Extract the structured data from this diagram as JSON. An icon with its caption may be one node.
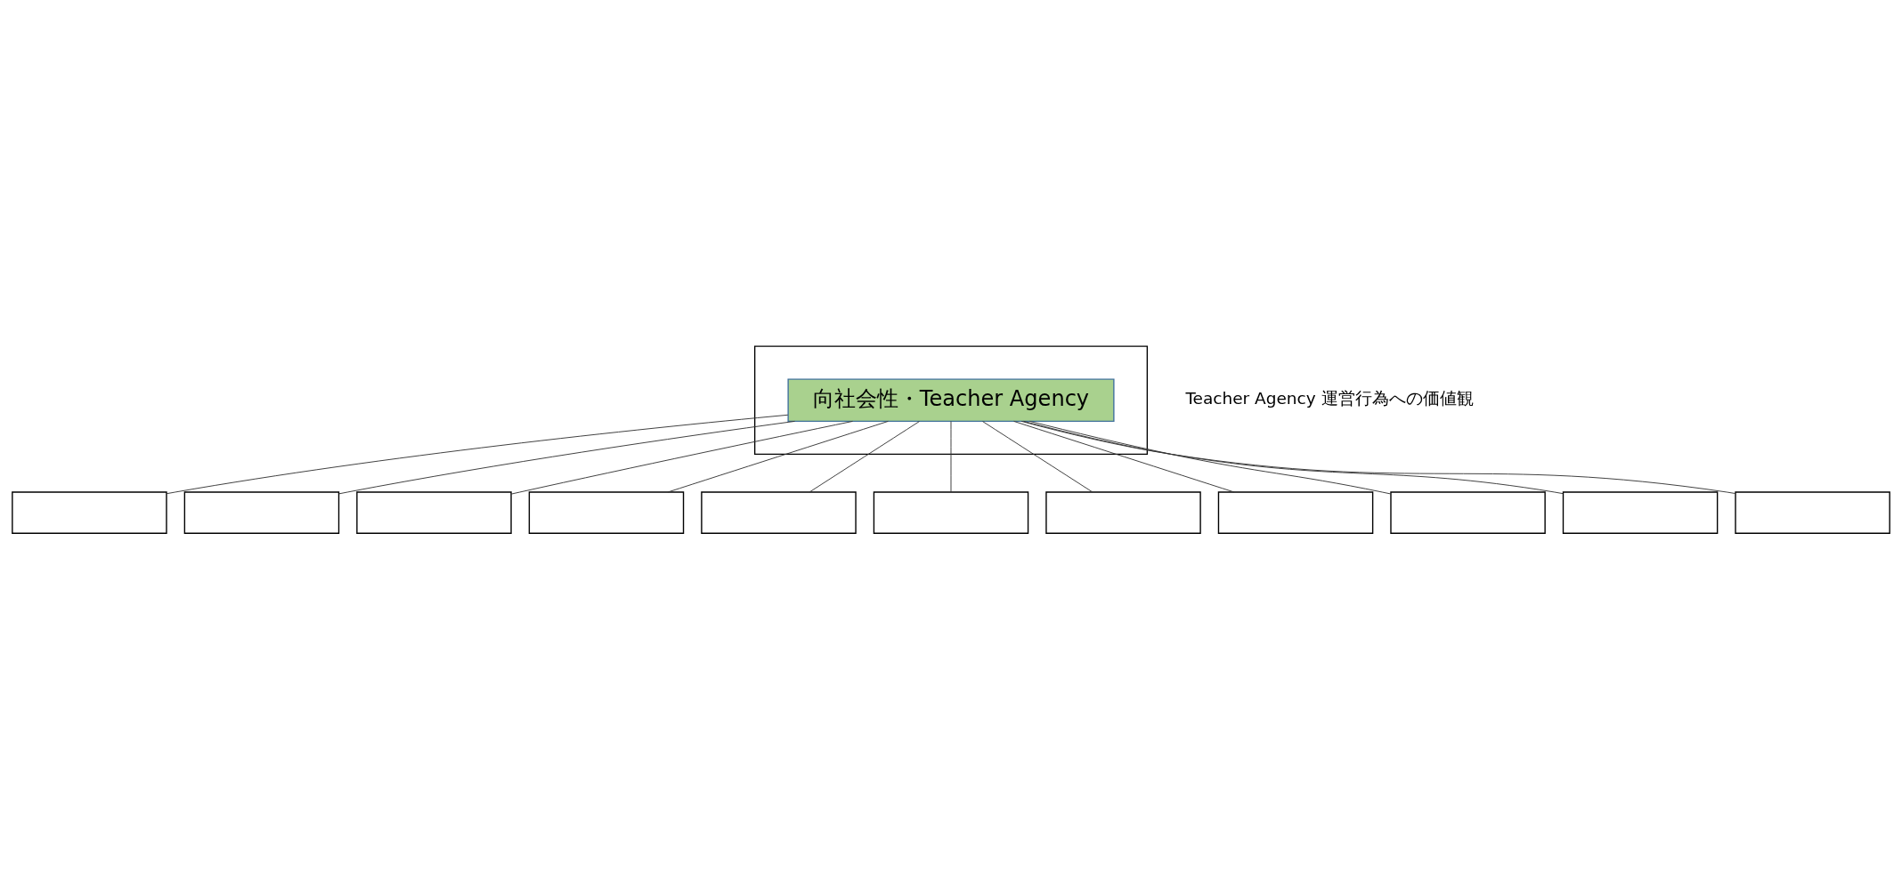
{
  "diagram": {
    "nodes": [
      {
        "text": [],
        "shape": "box"
      },
      {
        "text": [
          "向社会性・Teacher Agency"
        ],
        "in": 0
      },
      {
        "text": [],
        "shape": "box"
      },
      {
        "text": [],
        "shape": "box"
      },
      {
        "text": [],
        "shape": "box"
      },
      {
        "text": [],
        "shape": "box"
      },
      {
        "text": [],
        "shape": "box"
      },
      {
        "text": [],
        "shape": "box"
      },
      {
        "text": [],
        "shape": "box"
      },
      {
        "text": [],
        "shape": "box"
      },
      {
        "text": [],
        "shape": "box"
      },
      {
        "text": [],
        "shape": "box"
      },
      {
        "text": [],
        "shape": "box"
      }
    ],
    "edges": [
      {
        "from": 1,
        "to": 2,
        "arrow": "none"
      },
      {
        "from": 1,
        "to": 3,
        "arrow": "none"
      },
      {
        "from": 1,
        "to": 4,
        "arrow": "none"
      },
      {
        "from": 1,
        "to": 5,
        "arrow": "none"
      },
      {
        "from": 1,
        "to": 6,
        "arrow": "none"
      },
      {
        "from": 1,
        "to": 7,
        "arrow": "none"
      },
      {
        "from": 1,
        "to": 8,
        "arrow": "none"
      },
      {
        "from": 1,
        "to": 9,
        "arrow": "none"
      },
      {
        "from": 1,
        "to": 10,
        "arrow": "none"
      },
      {
        "from": 1,
        "to": 11,
        "arrow": "none"
      },
      {
        "from": 1,
        "to": 12,
        "arrow": "none"
      }
    ],
    "labels": [
      "Teacher Agency 運営行為への価値観"
    ]
  }
}
